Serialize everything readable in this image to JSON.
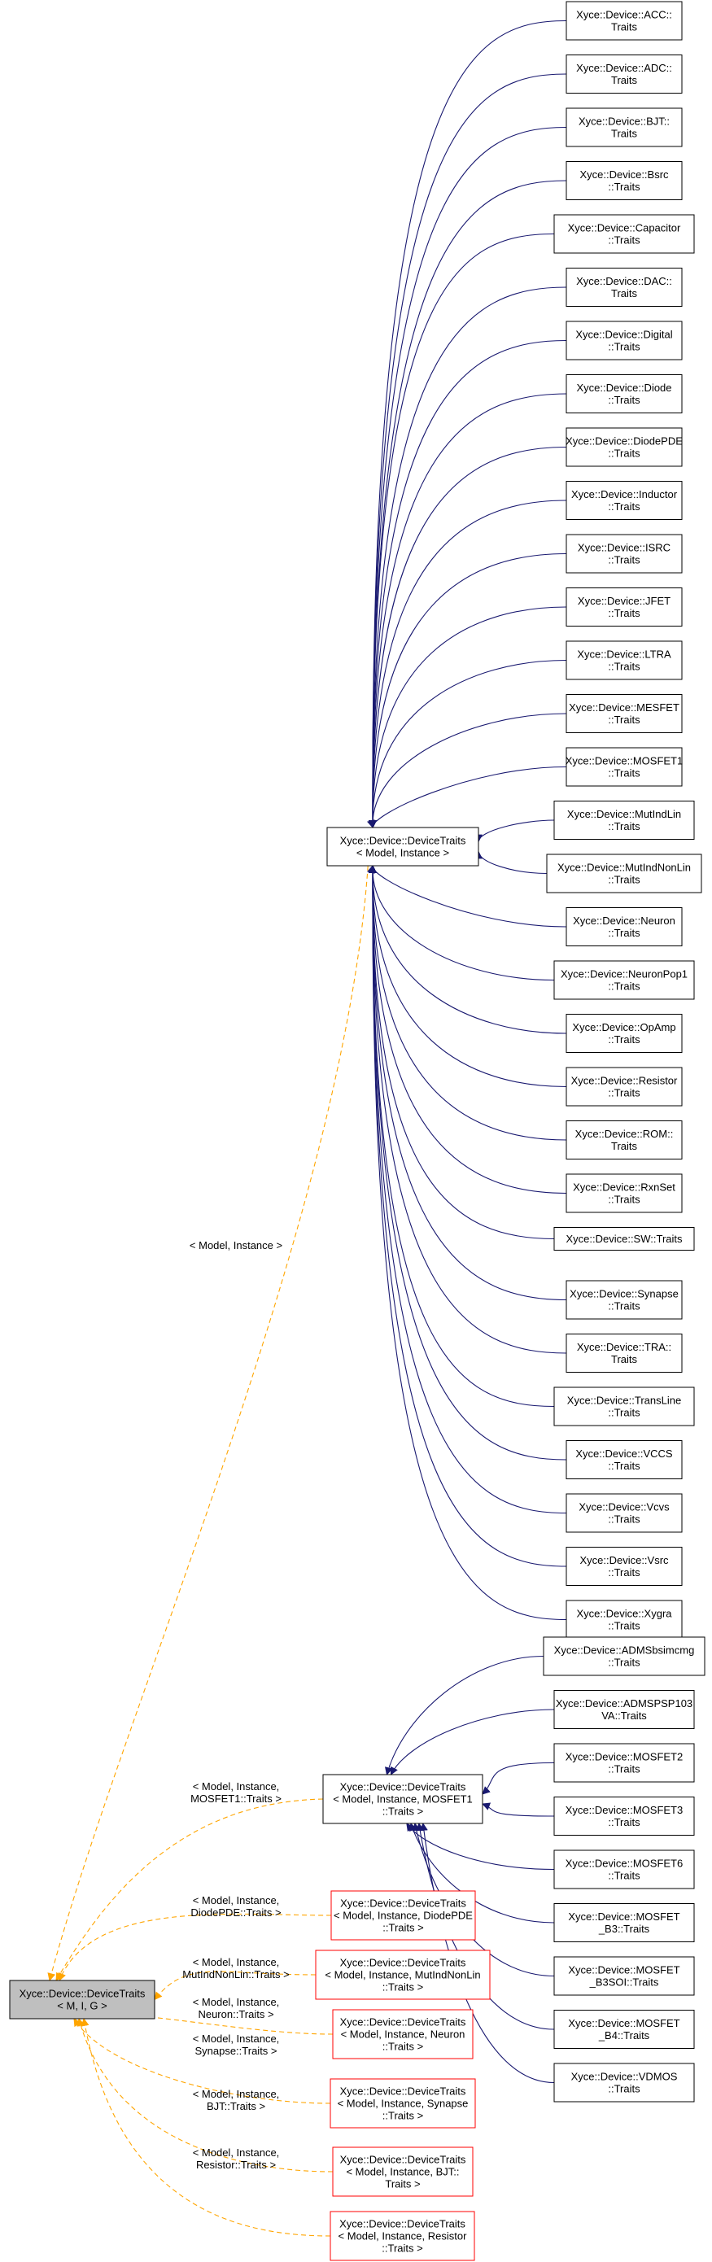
{
  "colors": {
    "edge_inherit": "#191970",
    "edge_template": "#ffa500",
    "node_border": "#000000",
    "node_border_undoc": "#ff0000",
    "root_fill": "#bfbfbf"
  },
  "root": {
    "id": "root",
    "lines": [
      "Xyce::Device::DeviceTraits",
      "< M, I, G >"
    ]
  },
  "hub": {
    "id": "hub",
    "lines": [
      "Xyce::Device::DeviceTraits",
      "< Model, Instance >"
    ],
    "label_from_root": "< Model, Instance >"
  },
  "hub_children": [
    {
      "id": "acc",
      "lines": [
        "Xyce::Device::ACC::",
        "Traits"
      ]
    },
    {
      "id": "adc",
      "lines": [
        "Xyce::Device::ADC::",
        "Traits"
      ]
    },
    {
      "id": "bjt",
      "lines": [
        "Xyce::Device::BJT::",
        "Traits"
      ]
    },
    {
      "id": "bsrc",
      "lines": [
        "Xyce::Device::Bsrc",
        "::Traits"
      ]
    },
    {
      "id": "capacitor",
      "lines": [
        "Xyce::Device::Capacitor",
        "::Traits"
      ]
    },
    {
      "id": "dac",
      "lines": [
        "Xyce::Device::DAC::",
        "Traits"
      ]
    },
    {
      "id": "digital",
      "lines": [
        "Xyce::Device::Digital",
        "::Traits"
      ]
    },
    {
      "id": "diode",
      "lines": [
        "Xyce::Device::Diode",
        "::Traits"
      ]
    },
    {
      "id": "diodepde",
      "lines": [
        "Xyce::Device::DiodePDE",
        "::Traits"
      ]
    },
    {
      "id": "inductor",
      "lines": [
        "Xyce::Device::Inductor",
        "::Traits"
      ]
    },
    {
      "id": "isrc",
      "lines": [
        "Xyce::Device::ISRC",
        "::Traits"
      ]
    },
    {
      "id": "jfet",
      "lines": [
        "Xyce::Device::JFET",
        "::Traits"
      ]
    },
    {
      "id": "ltra",
      "lines": [
        "Xyce::Device::LTRA",
        "::Traits"
      ]
    },
    {
      "id": "mesfet",
      "lines": [
        "Xyce::Device::MESFET",
        "::Traits"
      ]
    },
    {
      "id": "mosfet1",
      "lines": [
        "Xyce::Device::MOSFET1",
        "::Traits"
      ]
    },
    {
      "id": "mutindlin",
      "lines": [
        "Xyce::Device::MutIndLin",
        "::Traits"
      ]
    },
    {
      "id": "mutindnonlin",
      "lines": [
        "Xyce::Device::MutIndNonLin",
        "::Traits"
      ]
    },
    {
      "id": "neuron",
      "lines": [
        "Xyce::Device::Neuron",
        "::Traits"
      ]
    },
    {
      "id": "neuronpop1",
      "lines": [
        "Xyce::Device::NeuronPop1",
        "::Traits"
      ]
    },
    {
      "id": "opamp",
      "lines": [
        "Xyce::Device::OpAmp",
        "::Traits"
      ]
    },
    {
      "id": "resistor",
      "lines": [
        "Xyce::Device::Resistor",
        "::Traits"
      ]
    },
    {
      "id": "rom",
      "lines": [
        "Xyce::Device::ROM::",
        "Traits"
      ]
    },
    {
      "id": "rxnset",
      "lines": [
        "Xyce::Device::RxnSet",
        "::Traits"
      ]
    },
    {
      "id": "sw",
      "lines": [
        "Xyce::Device::SW::Traits"
      ]
    },
    {
      "id": "synapse",
      "lines": [
        "Xyce::Device::Synapse",
        "::Traits"
      ]
    },
    {
      "id": "tra",
      "lines": [
        "Xyce::Device::TRA::",
        "Traits"
      ]
    },
    {
      "id": "transline",
      "lines": [
        "Xyce::Device::TransLine",
        "::Traits"
      ]
    },
    {
      "id": "vccs",
      "lines": [
        "Xyce::Device::VCCS",
        "::Traits"
      ]
    },
    {
      "id": "vcvs",
      "lines": [
        "Xyce::Device::Vcvs",
        "::Traits"
      ]
    },
    {
      "id": "vsrc",
      "lines": [
        "Xyce::Device::Vsrc",
        "::Traits"
      ]
    },
    {
      "id": "xygra",
      "lines": [
        "Xyce::Device::Xygra",
        "::Traits"
      ]
    }
  ],
  "mos_hub": {
    "id": "moshub",
    "lines": [
      "Xyce::Device::DeviceTraits",
      "< Model, Instance, MOSFET1",
      "::Traits >"
    ],
    "label_from_root": [
      "< Model, Instance,",
      "MOSFET1::Traits >"
    ]
  },
  "mos_children": [
    {
      "id": "admsbsimcmg",
      "lines": [
        "Xyce::Device::ADMSbsimcmg",
        "::Traits"
      ]
    },
    {
      "id": "admspsp103",
      "lines": [
        "Xyce::Device::ADMSPSP103",
        "VA::Traits"
      ]
    },
    {
      "id": "mosfet2",
      "lines": [
        "Xyce::Device::MOSFET2",
        "::Traits"
      ]
    },
    {
      "id": "mosfet3",
      "lines": [
        "Xyce::Device::MOSFET3",
        "::Traits"
      ]
    },
    {
      "id": "mosfet6",
      "lines": [
        "Xyce::Device::MOSFET6",
        "::Traits"
      ]
    },
    {
      "id": "mosfetb3",
      "lines": [
        "Xyce::Device::MOSFET",
        "_B3::Traits"
      ]
    },
    {
      "id": "mosfetb3soi",
      "lines": [
        "Xyce::Device::MOSFET",
        "_B3SOI::Traits"
      ]
    },
    {
      "id": "mosfetb4",
      "lines": [
        "Xyce::Device::MOSFET",
        "_B4::Traits"
      ]
    },
    {
      "id": "vdmos",
      "lines": [
        "Xyce::Device::VDMOS",
        "::Traits"
      ]
    }
  ],
  "red_instances": [
    {
      "id": "diodepde_inst",
      "lines": [
        "Xyce::Device::DeviceTraits",
        "< Model, Instance, DiodePDE",
        "::Traits >"
      ],
      "label": [
        "< Model, Instance,",
        "DiodePDE::Traits >"
      ]
    },
    {
      "id": "mutind_inst",
      "lines": [
        "Xyce::Device::DeviceTraits",
        "< Model, Instance, MutIndNonLin",
        "::Traits >"
      ],
      "label": [
        "< Model, Instance,",
        "MutIndNonLin::Traits >"
      ]
    },
    {
      "id": "neuron_inst",
      "lines": [
        "Xyce::Device::DeviceTraits",
        "< Model, Instance, Neuron",
        "::Traits >"
      ],
      "label": [
        "< Model, Instance,",
        "Neuron::Traits >"
      ]
    },
    {
      "id": "synapse_inst",
      "lines": [
        "Xyce::Device::DeviceTraits",
        "< Model, Instance, Synapse",
        "::Traits >"
      ],
      "label": [
        "< Model, Instance,",
        "Synapse::Traits >"
      ]
    },
    {
      "id": "bjt_inst",
      "lines": [
        "Xyce::Device::DeviceTraits",
        "< Model, Instance, BJT::",
        "Traits >"
      ],
      "label": [
        "< Model, Instance,",
        "BJT::Traits >"
      ]
    },
    {
      "id": "resistor_inst",
      "lines": [
        "Xyce::Device::DeviceTraits",
        "< Model, Instance, Resistor",
        "::Traits >"
      ],
      "label": [
        "< Model, Instance,",
        "Resistor::Traits >"
      ]
    }
  ]
}
